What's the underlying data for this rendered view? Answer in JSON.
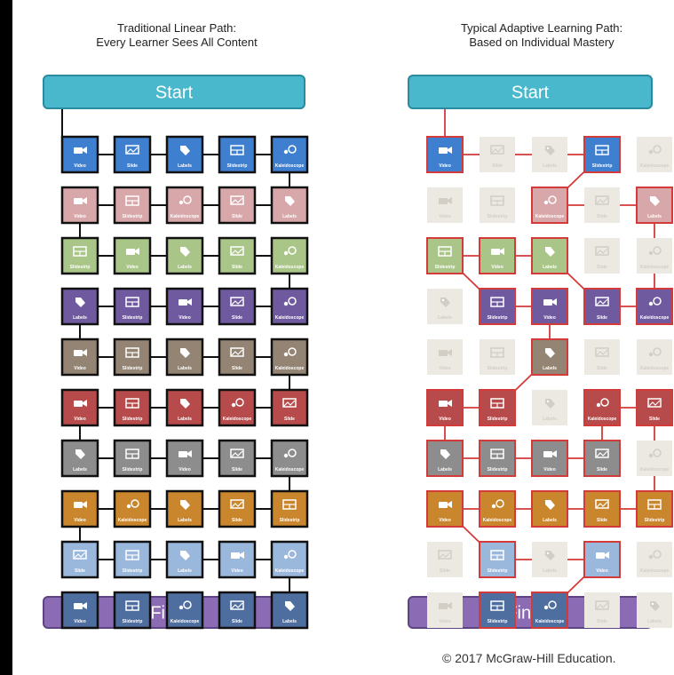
{
  "left_title": [
    "Traditional Linear Path:",
    "Every Learner Sees All Content"
  ],
  "right_title": [
    "Typical Adaptive Learning Path:",
    "Based on Individual Mastery"
  ],
  "start_label": "Start",
  "finish_label": "Finish",
  "copyright": "© 2017 McGraw-Hill Education.",
  "colors": {
    "start_bar": "#4ab8cc",
    "finish_bar": "#8c6bb5",
    "path_line": "#d33a3a",
    "dim_tile": "#ece9e2",
    "rows": [
      "#3f7fcf",
      "#d8a7a9",
      "#a9c587",
      "#6f5aa0",
      "#948473",
      "#b74a4a",
      "#8d8d8d",
      "#c9862c",
      "#9ab7dc",
      "#4e6ea0"
    ]
  },
  "content_types": {
    "V": {
      "label": "Video",
      "icon": "video-camera-icon"
    },
    "S": {
      "label": "Slide",
      "icon": "slide-icon"
    },
    "L": {
      "label": "Labels",
      "icon": "labels-icon"
    },
    "T": {
      "label": "Slidestrip",
      "icon": "slidestrip-icon"
    },
    "K": {
      "label": "Kaleidoscope",
      "icon": "kaleidoscope-icon"
    }
  },
  "grid": [
    [
      "V",
      "S",
      "L",
      "T",
      "K"
    ],
    [
      "V",
      "T",
      "K",
      "S",
      "L"
    ],
    [
      "T",
      "V",
      "L",
      "S",
      "K"
    ],
    [
      "L",
      "T",
      "V",
      "S",
      "K"
    ],
    [
      "V",
      "T",
      "L",
      "S",
      "K"
    ],
    [
      "V",
      "T",
      "L",
      "K",
      "S"
    ],
    [
      "L",
      "T",
      "V",
      "S",
      "K"
    ],
    [
      "V",
      "K",
      "L",
      "S",
      "T"
    ],
    [
      "S",
      "T",
      "L",
      "V",
      "K"
    ],
    [
      "V",
      "T",
      "K",
      "S",
      "L"
    ]
  ],
  "adaptive_path": [
    [
      0,
      0
    ],
    [
      0,
      3
    ],
    [
      1,
      2
    ],
    [
      1,
      4
    ],
    [
      3,
      4
    ],
    [
      3,
      3
    ],
    [
      2,
      2
    ],
    [
      2,
      1
    ],
    [
      2,
      0
    ],
    [
      3,
      1
    ],
    [
      3,
      2
    ],
    [
      4,
      2
    ],
    [
      5,
      1
    ],
    [
      5,
      0
    ],
    [
      6,
      0
    ],
    [
      6,
      1
    ],
    [
      6,
      2
    ],
    [
      6,
      3
    ],
    [
      5,
      3
    ],
    [
      5,
      4
    ],
    [
      7,
      4
    ],
    [
      7,
      3
    ],
    [
      7,
      2
    ],
    [
      7,
      1
    ],
    [
      7,
      0
    ],
    [
      8,
      1
    ],
    [
      8,
      3
    ],
    [
      9,
      2
    ],
    [
      9,
      1
    ]
  ]
}
